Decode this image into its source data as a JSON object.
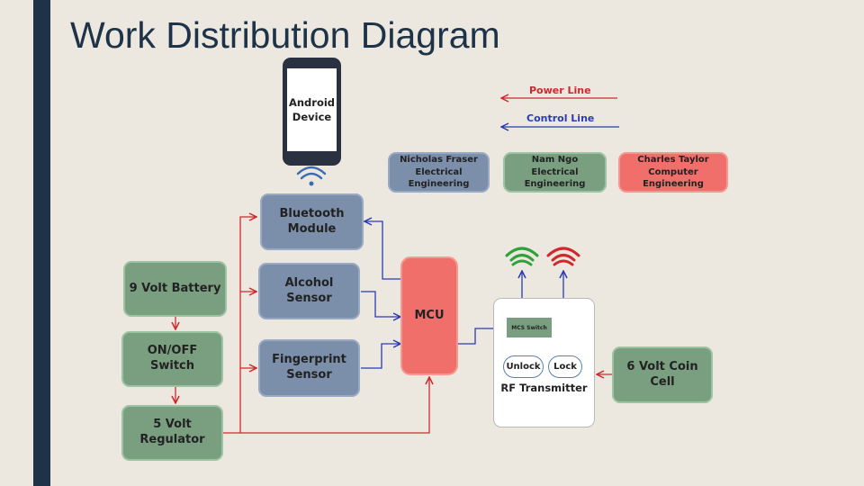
{
  "title": "Work Distribution Diagram",
  "legend": {
    "power": "Power Line",
    "control": "Control Line"
  },
  "colors": {
    "power": "#d0282c",
    "control": "#2a3cb0",
    "green_signal": "#2fa13a",
    "red_signal": "#d0282c"
  },
  "team": [
    {
      "name": "Nicholas Fraser",
      "role": "Electrical Engineering"
    },
    {
      "name": "Nam Ngo",
      "role": "Electrical Engineering"
    },
    {
      "name": "Charles Taylor",
      "role": "Computer Engineering"
    }
  ],
  "blocks": {
    "android": "Android\nDevice",
    "bluetooth": "Bluetooth\nModule",
    "alcohol": "Alcohol\nSensor",
    "fingerprint": "Fingerprint\nSensor",
    "battery": "9 Volt Battery",
    "switch": "ON/OFF\nSwitch",
    "regulator": "5 Volt\nRegulator",
    "mcu": "MCU",
    "coin": "6 Volt Coin\nCell",
    "mcs": "MCS Switch",
    "unlock": "Unlock",
    "lock": "Lock",
    "rf": "RF Transmitter"
  }
}
